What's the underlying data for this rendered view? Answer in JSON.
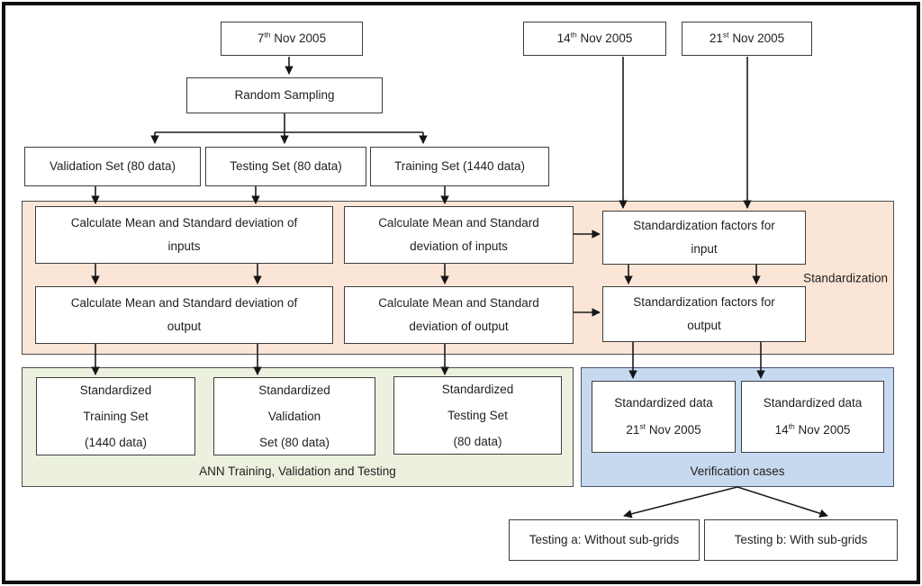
{
  "diagram_title": "ANN data standardization and verification flowchart",
  "colors": {
    "standardization_band_bg": "#fbe5d6",
    "ann_band_bg": "#ebf1de",
    "verification_band_bg": "#c7d9ef",
    "box_border": "#3d3d3d",
    "outer_frame": "#0f0f0f",
    "text": "#1f1f1f"
  },
  "dates": {
    "nov7": {
      "day": "7",
      "ordinal": "th",
      "rest": "Nov 2005"
    },
    "nov14": {
      "day": "14",
      "ordinal": "th",
      "rest": "Nov 2005"
    },
    "nov21": {
      "day": "21",
      "ordinal": "st",
      "rest": "Nov 2005"
    }
  },
  "sampling": {
    "random_sampling": "Random Sampling",
    "validation_set": "Validation Set (80 data)",
    "testing_set": "Testing Set (80 data)",
    "training_set": "Training Set (1440 data)"
  },
  "standardization": {
    "band_label": "Standardization",
    "calc_inputs_wide": {
      "line1": "Calculate Mean and Standard deviation of",
      "line2": "inputs"
    },
    "calc_output_wide": {
      "line1": "Calculate Mean and Standard deviation of",
      "line2": "output"
    },
    "calc_inputs_narrow": {
      "line1": "Calculate Mean and Standard",
      "line2": "deviation of inputs"
    },
    "calc_output_narrow": {
      "line1": "Calculate Mean and Standard",
      "line2": "deviation of output"
    },
    "factors_input": {
      "line1": "Standardization factors for",
      "line2": "input"
    },
    "factors_output": {
      "line1": "Standardization factors for",
      "line2": "output"
    }
  },
  "ann": {
    "band_label": "ANN Training, Validation and Testing",
    "std_training": {
      "line1": "Standardized",
      "line2": "Training Set",
      "line3": "(1440 data)"
    },
    "std_validation": {
      "line1": "Standardized",
      "line2": "Validation",
      "line3": "Set (80 data)"
    },
    "std_testing": {
      "line1": "Standardized",
      "line2": "Testing Set",
      "line3": "(80 data)"
    }
  },
  "verification": {
    "band_label": "Verification cases",
    "data_nov21": {
      "line1": "Standardized data",
      "day": "21",
      "ordinal": "st",
      "rest": "Nov 2005"
    },
    "data_nov14": {
      "line1": "Standardized data",
      "day": "14",
      "ordinal": "th",
      "rest": "Nov 2005"
    }
  },
  "tests": {
    "testing_a": "Testing a: Without sub-grids",
    "testing_b": "Testing b: With sub-grids"
  }
}
